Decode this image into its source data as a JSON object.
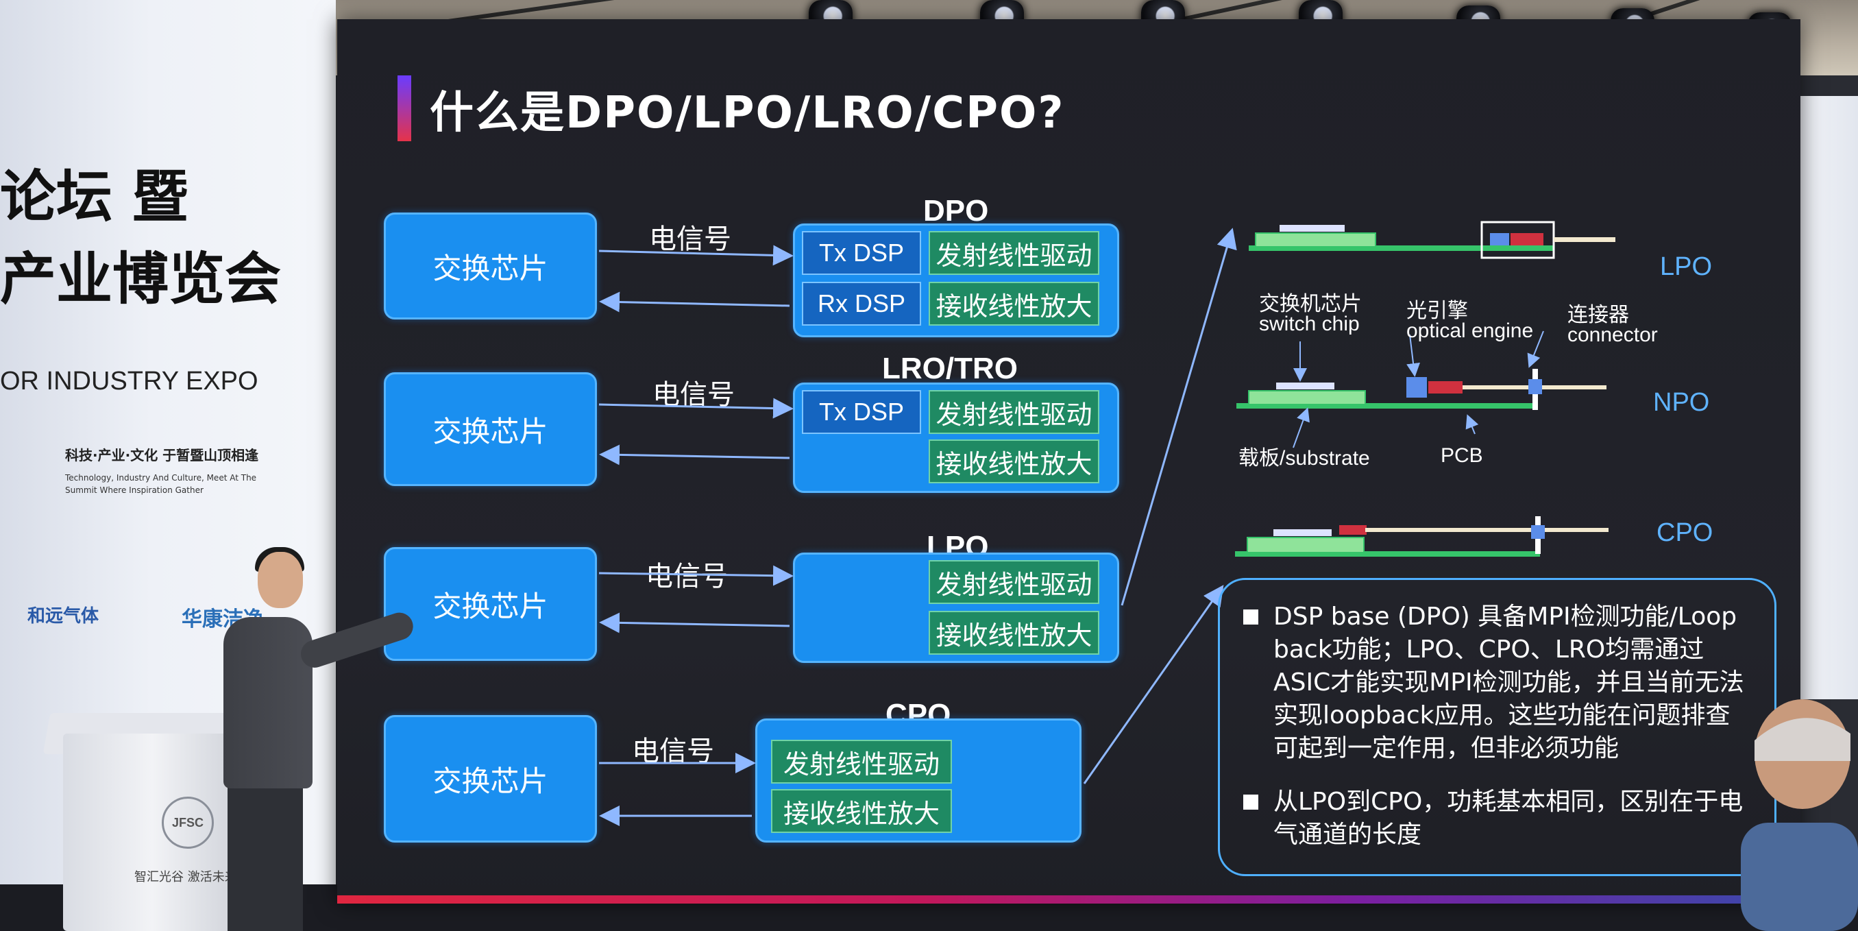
{
  "venue": {
    "banner_title_1": "论坛 暨",
    "banner_title_2": "产业博览会",
    "banner_expo": "OR INDUSTRY EXPO",
    "banner_slogan": "科技·产业·文化 于暂暨山顶相逢",
    "banner_sub_1": "Technology, Industry And Culture, Meet At The",
    "banner_sub_2": "Summit Where Inspiration Gather",
    "sponsor_1": "和远气体",
    "sponsor_2": "华康洁净",
    "podium_logo": "JFSC",
    "podium_slogan": "智汇光谷 激活未来"
  },
  "slide": {
    "title": "什么是DPO/LPO/LRO/CPO?",
    "rows": [
      {
        "chip": "交换芯片",
        "signal": "电信号",
        "module_name": "DPO",
        "tx_dsp": "Tx DSP",
        "rx_dsp": "Rx DSP",
        "driver": "发射线性驱动",
        "amp": "接收线性放大"
      },
      {
        "chip": "交换芯片",
        "signal": "电信号",
        "module_name": "LRO/TRO",
        "tx_dsp": "Tx DSP",
        "driver": "发射线性驱动",
        "amp": "接收线性放大"
      },
      {
        "chip": "交换芯片",
        "signal": "电信号",
        "module_name": "LPO",
        "driver": "发射线性驱动",
        "amp": "接收线性放大"
      },
      {
        "chip": "交换芯片",
        "signal": "电信号",
        "module_name": "CPO",
        "driver": "发射线性驱动",
        "amp": "接收线性放大"
      }
    ],
    "diagram": {
      "lpo": "LPO",
      "npo": "NPO",
      "cpo": "CPO",
      "switch_chip_cn": "交换机芯片",
      "switch_chip_en": "switch chip",
      "optical_engine_cn": "光引擎",
      "optical_engine_en": "optical engine",
      "connector_cn": "连接器",
      "connector_en": "connector",
      "substrate": "载板/substrate",
      "pcb": "PCB"
    },
    "notes": [
      "DSP base (DPO) 具备MPI检测功能/Loop back功能；LPO、CPO、LRO均需通过ASIC才能实现MPI检测功能，并且当前无法实现loopback应用。这些功能在问题排查可起到一定作用，但非必须功能",
      "从LPO到CPO，功耗基本相同，区别在于电气通道的长度"
    ]
  },
  "colors": {
    "chip_blue": "#1a8ff0",
    "green_block": "#1f8a63",
    "accent_red": "#e5334a",
    "label_blue": "#5fb3ff"
  }
}
